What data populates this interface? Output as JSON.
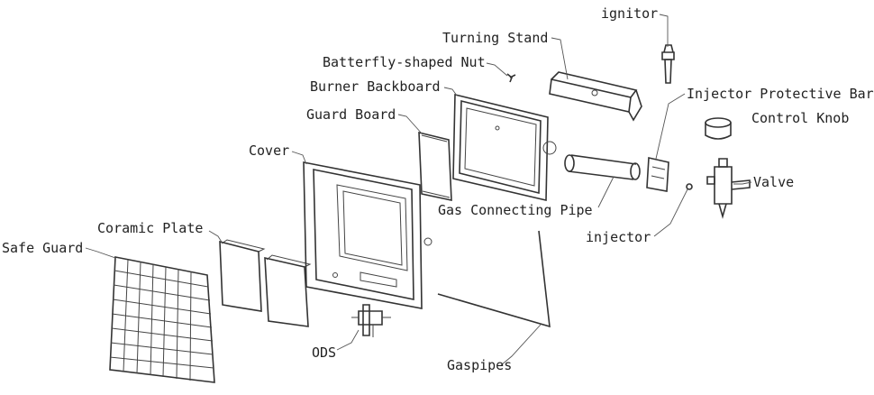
{
  "labels": {
    "ignitor": "ignitor",
    "turning_stand": "Turning Stand",
    "butterfly_nut": "Batterfly-shaped Nut",
    "burner_backboard": "Burner Backboard",
    "injector_protective_bar": "Injector Protective Bar",
    "control_knob": "Control Knob",
    "guard_board": "Guard Board",
    "cover": "Cover",
    "valve": "Valve",
    "gas_connecting_pipe": "Gas Connecting Pipe",
    "coramic_plate": "Coramic Plate",
    "injector": "injector",
    "safe_guard": "Safe Guard",
    "ods": "ODS",
    "gaspipes": "Gaspipes"
  }
}
